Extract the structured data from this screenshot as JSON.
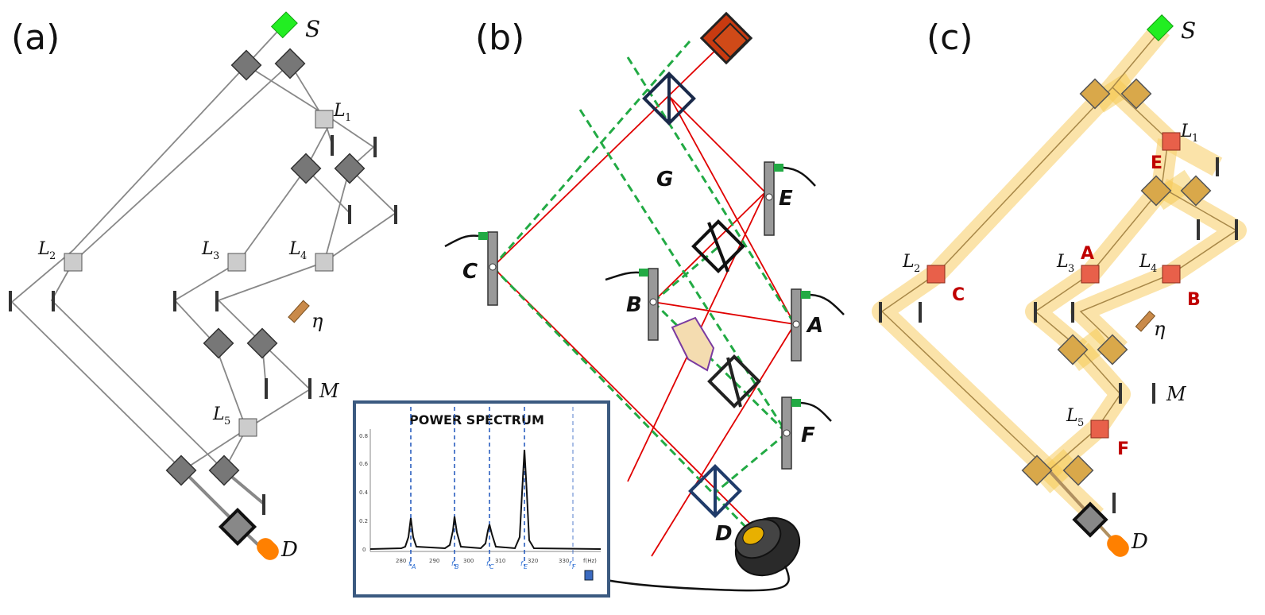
{
  "panels": {
    "a": {
      "label": "(a)",
      "labels": {
        "source": "S",
        "detector": "D",
        "mirror_m": "M",
        "eta": "η",
        "lens1": "L",
        "lens1_sub": "1",
        "lens2": "L",
        "lens2_sub": "2",
        "lens3": "L",
        "lens3_sub": "3",
        "lens4": "L",
        "lens4_sub": "4",
        "lens5": "L",
        "lens5_sub": "5"
      }
    },
    "b": {
      "label": "(b)",
      "labels": {
        "a": "A",
        "b": "B",
        "c": "C",
        "d": "D",
        "e": "E",
        "f": "F",
        "g": "G"
      },
      "spectrum": {
        "title": "POWER SPECTRUM",
        "y_ticks": [
          "0.8",
          "0.6",
          "0.4",
          "0.2",
          "0"
        ],
        "x_ticks": [
          "280",
          "290",
          "300",
          "310",
          "320",
          "330"
        ],
        "x_unit": "f(Hz)",
        "peak_labels": [
          "f",
          "f",
          "f",
          "f",
          "f"
        ],
        "peak_subs": [
          "A",
          "B",
          "C",
          "E",
          "F"
        ]
      }
    },
    "c": {
      "label": "(c)",
      "labels": {
        "source": "S",
        "detector": "D",
        "mirror_m": "M",
        "eta": "η",
        "lens1": "L",
        "lens1_sub": "1",
        "lens2": "L",
        "lens2_sub": "2",
        "lens3": "L",
        "lens3_sub": "3",
        "lens4": "L",
        "lens4_sub": "4",
        "lens5": "L",
        "lens5_sub": "5",
        "red_a": "A",
        "red_b": "B",
        "red_c": "C",
        "red_e": "E",
        "red_f": "F"
      }
    }
  },
  "colors": {
    "source_green": "#22ee22",
    "detector_orange": "#ff8000",
    "beam_red": "#e00000",
    "beam_green": "#22aa44",
    "highlight": "#f8d070",
    "lens_red": "#e8604a",
    "box_border": "#3b5a80"
  }
}
